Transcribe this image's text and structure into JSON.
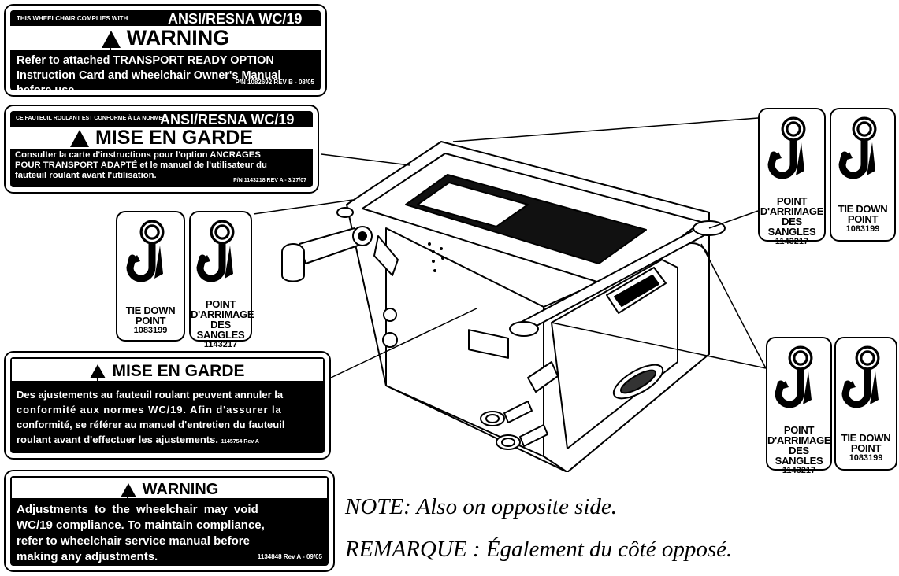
{
  "label_en_top": {
    "compliance_small": "THIS WHEELCHAIR COMPLIES WITH",
    "standard": "ANSI/RESNA WC/19",
    "title": "WARNING",
    "body_line1": "Refer to attached TRANSPORT READY OPTION",
    "body_line2": "Instruction Card and wheelchair Owner's Manual",
    "body_line3": "before use.",
    "part_number": "P/N 1082692 REV B - 08/05"
  },
  "label_fr_top": {
    "compliance_small": "CE FAUTEUIL ROULANT EST CONFORME À LA NORME",
    "standard": "ANSI/RESNA WC/19",
    "title": "MISE EN GARDE",
    "body_line1": "Consulter la carte d'instructions pour l'option ANCRAGES",
    "body_line2": "POUR TRANSPORT ADAPTÉ et le manuel de l'utilisateur du",
    "body_line3": "fauteuil roulant avant l'utilisation.",
    "part_number": "P/N 1143218 REV A - 3/27/07"
  },
  "label_fr_bottom": {
    "title": "MISE EN GARDE",
    "body_line1": "Des ajustements au fauteuil roulant peuvent annuler la",
    "body_line2": "conformité aux normes WC/19. Afin d'assurer la",
    "body_line3": "conformité, se référer au manuel d'entretien du fauteuil",
    "body_line4": "roulant avant d'effectuer les ajustements.",
    "part_number": "1145754 Rev A"
  },
  "label_en_bottom": {
    "title": "WARNING",
    "body_line1": "Adjustments to the wheelchair may void",
    "body_line2": "WC/19 compliance. To maintain compliance,",
    "body_line3": "refer to wheelchair service manual before",
    "body_line4": "making any adjustments.",
    "part_number": "1134848 Rev A - 09/05"
  },
  "hook_en": {
    "line1": "TIE DOWN",
    "line2": "POINT",
    "code": "1083199"
  },
  "hook_fr": {
    "line1": "POINT",
    "line2": "D'ARRIMAGE",
    "line3": "DES SANGLES",
    "code": "1143217"
  },
  "notes": {
    "en": "NOTE: Also on opposite side.",
    "fr": "REMARQUE : Également du côté opposé."
  },
  "icons": [
    "warning-triangle-icon",
    "tie-down-hook-icon"
  ]
}
